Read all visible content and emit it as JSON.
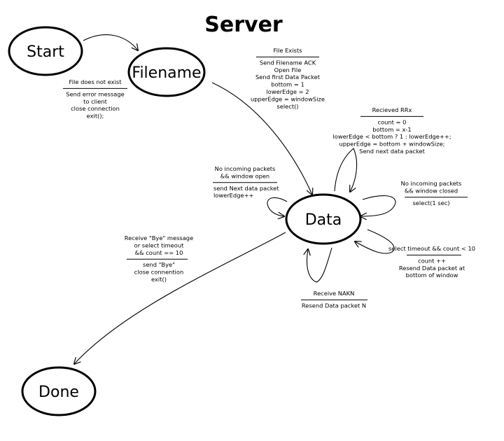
{
  "title": "Server",
  "states": {
    "start": "Start",
    "filename": "Filename",
    "data": "Data",
    "done": "Done"
  },
  "transitions": {
    "file_not_exist": {
      "condition": [
        "File does not exist"
      ],
      "actions": [
        "Send error message",
        "to client",
        "close connection",
        "exit();"
      ]
    },
    "file_exists": {
      "condition": [
        "File Exists"
      ],
      "actions": [
        "Send Filename ACK",
        "Open File",
        "Send first Data Packet",
        "bottom = 1",
        "lowerEdge = 2",
        "upperEdge = windowSize",
        "select()"
      ]
    },
    "received_rrx": {
      "condition": [
        "Recieved RRx"
      ],
      "actions": [
        "count = 0",
        "bottom = x-1",
        "lowerEdge < bottom ? 1 : lowerEdge++;",
        "upperEdge = bottom + windowSize;",
        "Send next data packet"
      ]
    },
    "window_open": {
      "condition": [
        "No incoming packets",
        "&& window open"
      ],
      "actions": [
        "send Next data packet",
        "lowerEdge++"
      ]
    },
    "window_closed": {
      "condition": [
        "No incoming packets",
        "&& window closed"
      ],
      "actions": [
        "select(1 sec)"
      ]
    },
    "select_timeout": {
      "condition": [
        "select timeout && count < 10"
      ],
      "actions": [
        "count ++",
        "Resend Data packet at",
        "bottom of window"
      ]
    },
    "receive_nakn": {
      "condition": [
        "Receive NAKN"
      ],
      "actions": [
        "Resend Data packet N"
      ]
    },
    "receive_bye": {
      "condition": [
        "Receive \"Bye\" message",
        "or select timeout",
        "&& count == 10"
      ],
      "actions": [
        "send \"Bye\"",
        "close connention",
        "exit()"
      ]
    }
  }
}
